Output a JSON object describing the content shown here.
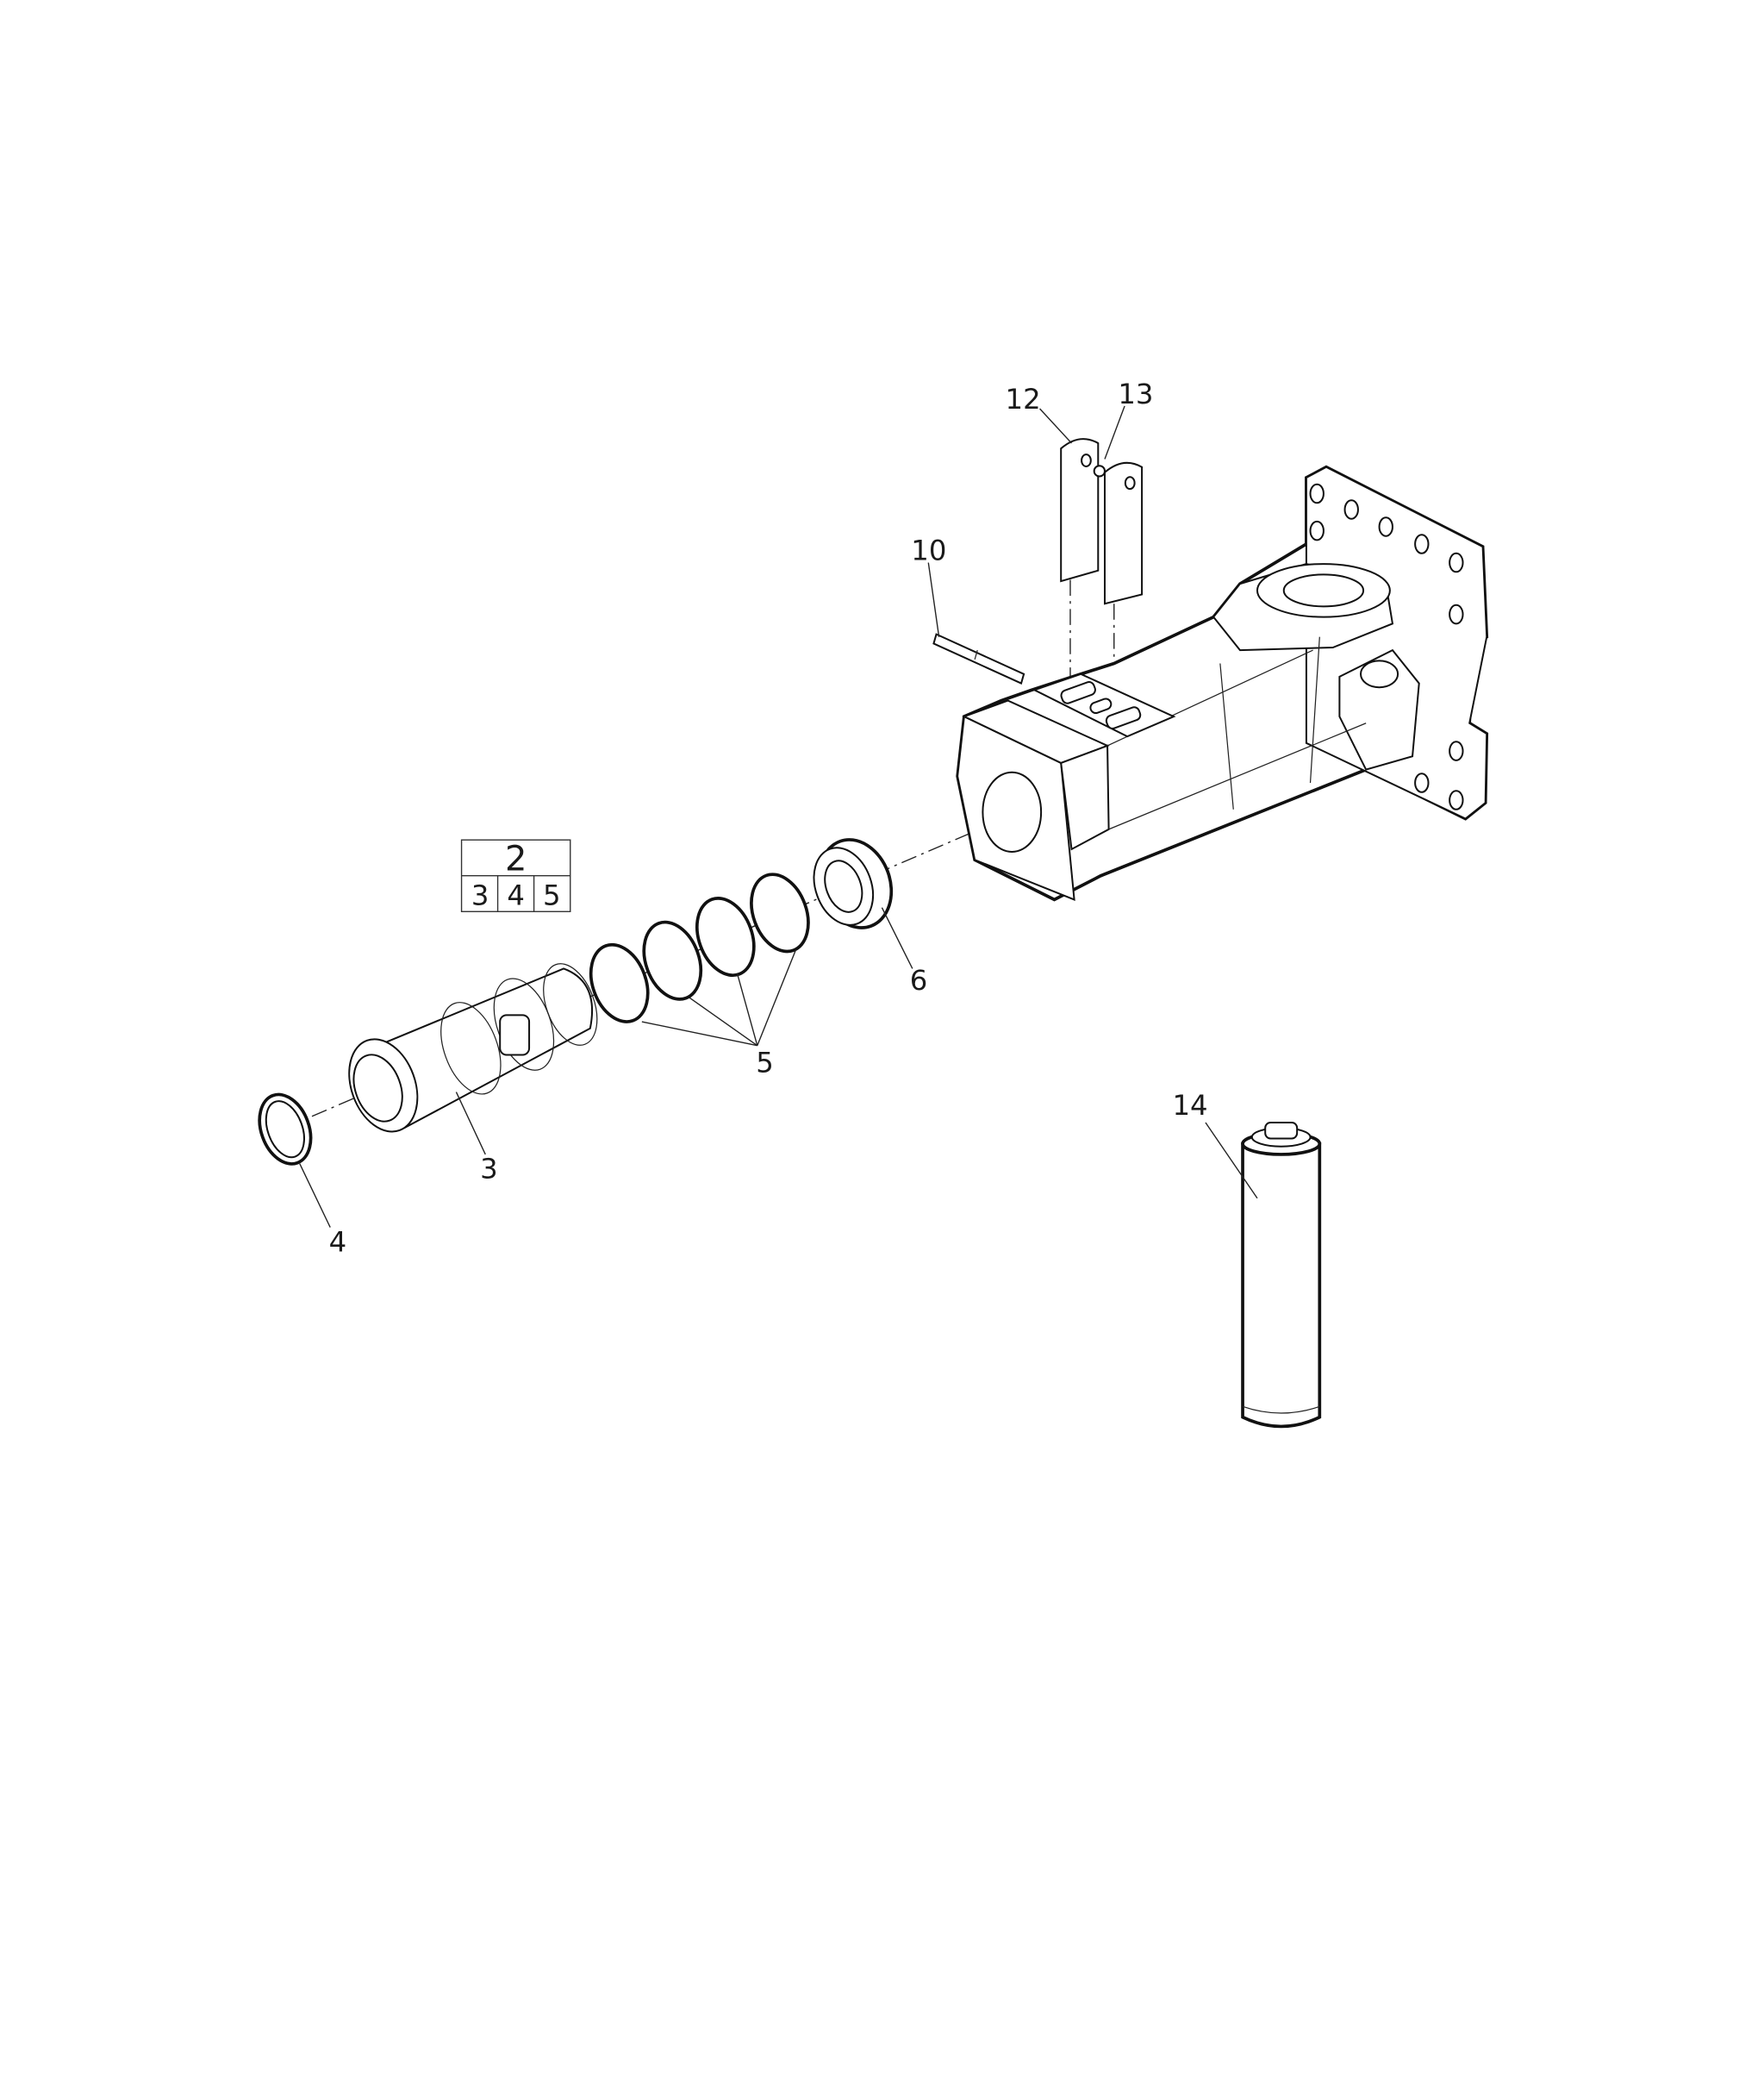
{
  "callouts": {
    "c12": "12",
    "c13": "13",
    "c10": "10",
    "c6": "6",
    "c5": "5",
    "c3": "3",
    "c4": "4",
    "c14": "14"
  },
  "kit_table": {
    "header": "2",
    "items": [
      "3",
      "4",
      "5"
    ]
  }
}
